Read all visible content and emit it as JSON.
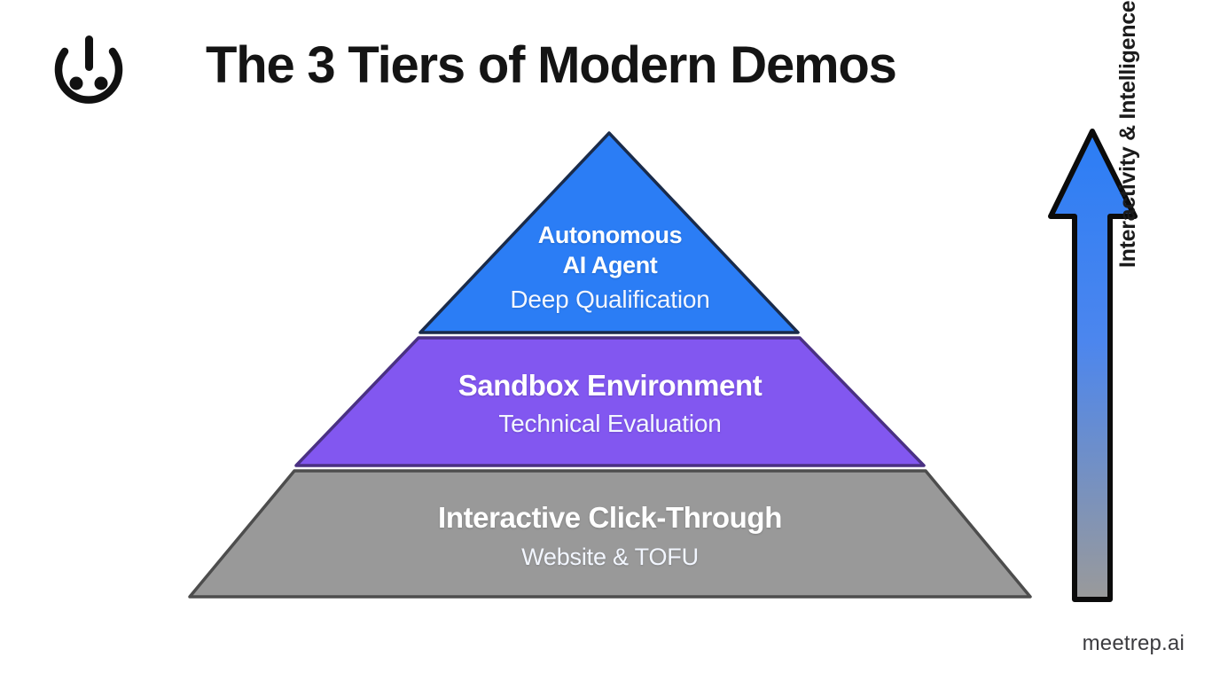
{
  "header": {
    "title": "The 3 Tiers of Modern Demos",
    "logo_icon": "power-face-logo-icon"
  },
  "pyramid": {
    "tiers": [
      {
        "id": "tier-1",
        "title": "Autonomous AI Agent",
        "title_line1": "Autonomous",
        "title_line2": "AI Agent",
        "subtitle": "Deep Qualification",
        "fill_color": "#2b7df5",
        "stroke_color": "#1a2b4a",
        "level": 3
      },
      {
        "id": "tier-2",
        "title": "Sandbox Environment",
        "subtitle": "Technical Evaluation",
        "fill_color": "#8257f0",
        "stroke_color": "#4a3183",
        "level": 2
      },
      {
        "id": "tier-3",
        "title": "Interactive Click-Through",
        "subtitle": "Website & TOFU",
        "fill_color": "#999999",
        "stroke_color": "#4d4d4d",
        "level": 1
      }
    ]
  },
  "axis": {
    "label": "Interactivity & Intelligence",
    "arrow_icon": "up-arrow-icon",
    "gradient_top_color": "#2b7df5",
    "gradient_bottom_color": "#9a9a9a",
    "direction": "up"
  },
  "footer": {
    "watermark": "meetrep.ai"
  },
  "background_color": "#ffffff"
}
